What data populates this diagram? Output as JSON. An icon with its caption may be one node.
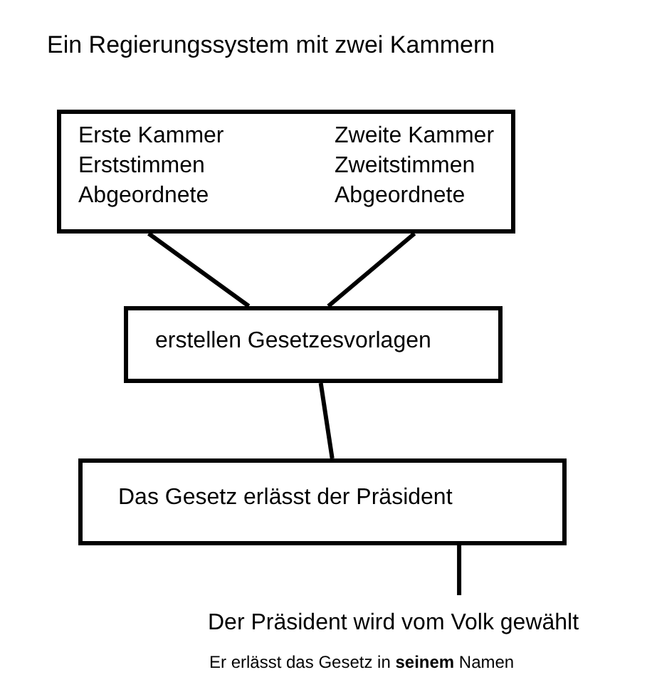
{
  "diagram": {
    "title": "Ein Regierungssystem mit zwei Kammern",
    "nodes": [
      {
        "text": [
          "Erste Kammer Erststimmen Abgeordnete",
          "Zweite Kammer Zweitstimmen Abgeordnete"
        ]
      },
      {
        "text": [
          "erstellen Gesetzesvorlagen"
        ]
      },
      {
        "text": [
          "Das Gesetz erlässt der Präsident"
        ]
      },
      {
        "text": [
          "Der Präsident wird vom Volk gewählt",
          "Er erlässt das Gesetz in **seinem** Namen"
        ]
      }
    ],
    "edges": [
      {
        "from": 0,
        "to": 1,
        "arrow": "none"
      },
      {
        "from": 0,
        "to": 1,
        "arrow": "none"
      },
      {
        "from": 1,
        "to": 2,
        "arrow": "none"
      },
      {
        "from": 2,
        "to": 3,
        "arrow": "none"
      }
    ]
  }
}
